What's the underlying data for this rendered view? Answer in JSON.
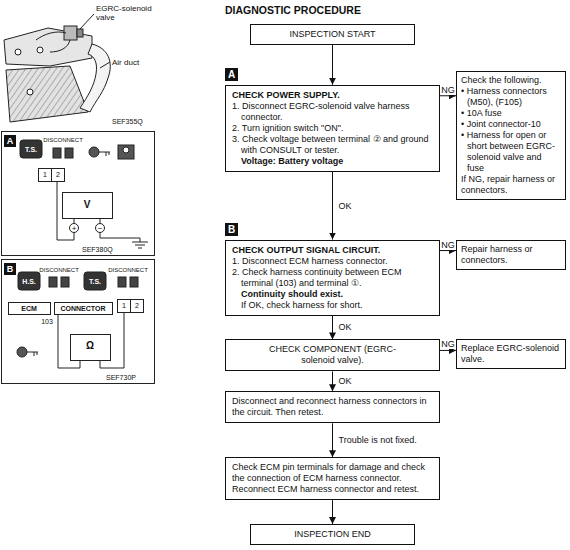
{
  "diagram": {
    "title": "DIAGNOSTIC PROCEDURE",
    "nodes": [
      {
        "text": [
          "INSPECTION START"
        ]
      },
      {
        "text": [
          "A",
          "CHECK POWER SUPPLY.",
          "1. Disconnect EGRC-solenoid valve harness connector.",
          "2. Turn ignition switch \"ON\".",
          "3. Check voltage between terminal ② and ground with CONSULT or tester.",
          "Voltage: Battery voltage"
        ]
      },
      {
        "text": [
          "Check the following.",
          "• Harness connectors (M50), (F105)",
          "• 10A fuse",
          "• Joint connector-10",
          "• Harness for open or short between EGRC-solenoid valve and fuse",
          "If NG, repair harness or connectors."
        ]
      },
      {
        "text": [
          "B",
          "CHECK OUTPUT SIGNAL CIRCUIT.",
          "1. Disconnect ECM harness connector.",
          "2. Check harness continuity between ECM terminal (103) and terminal ①.",
          "Continuity should exist.",
          "If OK, check harness for short."
        ]
      },
      {
        "text": [
          "Repair harness or connectors."
        ]
      },
      {
        "text": [
          "CHECK COMPONENT (EGRC-solenoid valve)."
        ]
      },
      {
        "text": [
          "Replace EGRC-solenoid valve."
        ]
      },
      {
        "text": [
          "Disconnect and reconnect harness connectors in the circuit. Then retest."
        ]
      },
      {
        "text": [
          "Check ECM pin terminals for damage and check the connection of ECM harness connector. Reconnect ECM harness connector and retest."
        ]
      },
      {
        "text": [
          "INSPECTION END"
        ]
      }
    ],
    "edges": [
      {
        "from": 0,
        "to": 1,
        "arrow": "to"
      },
      {
        "from": 1,
        "to": 2,
        "label": "NG",
        "arrow": "to"
      },
      {
        "from": 1,
        "to": 3,
        "label": "OK",
        "arrow": "to"
      },
      {
        "from": 3,
        "to": 4,
        "label": "NG",
        "arrow": "to"
      },
      {
        "from": 3,
        "to": 5,
        "label": "OK",
        "arrow": "to"
      },
      {
        "from": 5,
        "to": 6,
        "label": "NG",
        "arrow": "to"
      },
      {
        "from": 5,
        "to": 7,
        "label": "OK",
        "arrow": "to"
      },
      {
        "from": 7,
        "to": 8,
        "label": "Trouble is not fixed.",
        "arrow": "to"
      },
      {
        "from": 8,
        "to": 9,
        "arrow": "to"
      }
    ],
    "labels": [
      "EGRC-solenoid valve",
      "Air duct",
      "SEF355Q",
      "A",
      "T.S.",
      "DISCONNECT",
      "1",
      "2",
      "V",
      "+",
      "−",
      "SEF380Q",
      "B",
      "H.S.",
      "DISCONNECT",
      "T.S.",
      "DISCONNECT",
      "ECM",
      "CONNECTOR",
      "103",
      "1",
      "2",
      "Ω",
      "SEF730P"
    ]
  }
}
